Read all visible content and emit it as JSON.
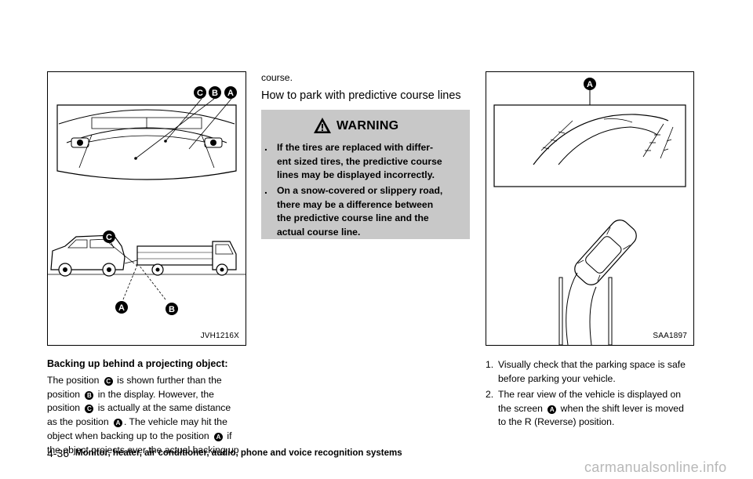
{
  "left_figure": {
    "code": "JVH1216X",
    "callouts": [
      "C",
      "B",
      "A",
      "C",
      "A",
      "B"
    ]
  },
  "left_text": {
    "heading": "Backing up behind a projecting object:",
    "lines": [
      [
        "The position ",
        "C",
        " is shown further than the"
      ],
      [
        "position ",
        "B",
        " in the display. However, the"
      ],
      [
        "position ",
        "C",
        " is actually at the same distance"
      ],
      [
        "as the position ",
        "A",
        ". The vehicle may hit the"
      ],
      [
        "object when backing up to the position ",
        "A",
        " if"
      ],
      [
        "the object projects over the actual backing up"
      ]
    ]
  },
  "middle": {
    "continuation": "course.",
    "section_title": "How to park with predictive course lines",
    "warning": {
      "title": "WARNING",
      "items": [
        [
          "If the tires are replaced with differ-",
          "ent sized tires, the predictive course",
          "lines may be displayed incorrectly."
        ],
        [
          "On a snow-covered or slippery road,",
          "there may be a difference between",
          "the predictive course line and the",
          "actual course line."
        ]
      ]
    }
  },
  "right_figure": {
    "code": "SAA1897",
    "callout": "A"
  },
  "steps": [
    {
      "num": "1.",
      "lines": [
        [
          "Visually check that the parking space is safe"
        ],
        [
          "before parking your vehicle."
        ]
      ]
    },
    {
      "num": "2.",
      "lines": [
        [
          "The rear view of the vehicle is displayed on"
        ],
        [
          "the screen ",
          "A",
          " when the shift lever is moved"
        ],
        [
          "to the R (Reverse) position."
        ]
      ]
    }
  ],
  "footer": {
    "page_number": "4-36",
    "chapter_title": "Monitor, heater, air conditioner, audio, phone and voice recognition systems"
  },
  "watermark": "carmanualsonline.info"
}
